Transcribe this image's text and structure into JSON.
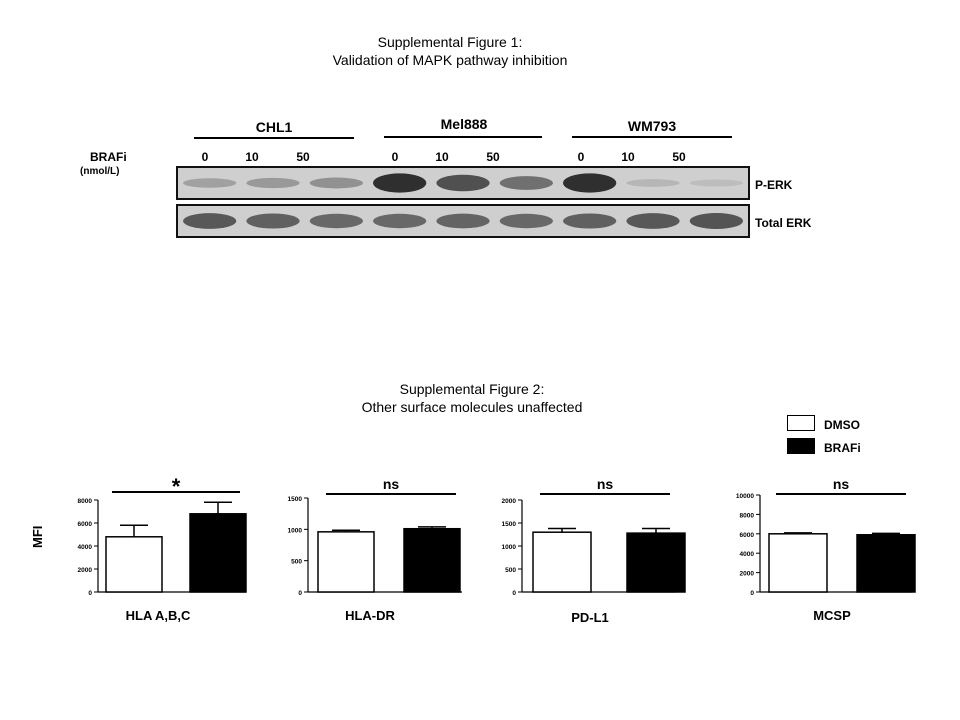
{
  "figure1": {
    "title_line1": "Supplemental Figure 1:",
    "title_line2": "Validation of MAPK pathway inhibition",
    "cell_lines": [
      "CHL1",
      "Mel888",
      "WM793"
    ],
    "dose_label": "BRAFi",
    "dose_unit": "(nmol/L)",
    "doses": [
      "0",
      "10",
      "50"
    ],
    "rows": [
      "P-ERK",
      "Total ERK"
    ],
    "blot_intensity": {
      "P-ERK": [
        0.25,
        0.3,
        0.35,
        0.95,
        0.75,
        0.55,
        0.95,
        0.12,
        0.08
      ],
      "Total ERK": [
        0.7,
        0.65,
        0.6,
        0.6,
        0.62,
        0.6,
        0.65,
        0.7,
        0.72
      ]
    }
  },
  "figure2": {
    "title_line1": "Supplemental Figure 2:",
    "title_line2": "Other surface molecules unaffected",
    "ylabel": "MFI",
    "legend": [
      {
        "label": "DMSO",
        "color": "#ffffff"
      },
      {
        "label": "BRAFi",
        "color": "#000000"
      }
    ]
  },
  "chart_data": [
    {
      "type": "bar",
      "title": "HLA A,B,C",
      "ylabel": "MFI",
      "categories": [
        "DMSO",
        "BRAFi"
      ],
      "series": [
        {
          "name": "DMSO",
          "values": [
            4800
          ],
          "errors": [
            1000
          ]
        },
        {
          "name": "BRAFi",
          "values": [
            6800
          ],
          "errors": [
            1000
          ]
        }
      ],
      "ylim": [
        0,
        8000
      ],
      "yticks": [
        "0",
        "2000",
        "4000",
        "6000",
        "8000"
      ],
      "annotation": "*"
    },
    {
      "type": "bar",
      "title": "HLA-DR",
      "categories": [
        "DMSO",
        "BRAFi"
      ],
      "series": [
        {
          "name": "DMSO",
          "values": [
            960
          ],
          "errors": [
            25
          ]
        },
        {
          "name": "BRAFi",
          "values": [
            1010
          ],
          "errors": [
            30
          ]
        }
      ],
      "ylim": [
        0,
        1500
      ],
      "yticks": [
        "0",
        "500",
        "1000",
        "1500"
      ],
      "annotation": "ns"
    },
    {
      "type": "bar",
      "title": "PD-L1",
      "categories": [
        "DMSO",
        "BRAFi"
      ],
      "series": [
        {
          "name": "DMSO",
          "values": [
            1300
          ],
          "errors": [
            80
          ]
        },
        {
          "name": "BRAFi",
          "values": [
            1280
          ],
          "errors": [
            100
          ]
        }
      ],
      "ylim": [
        0,
        2000
      ],
      "yticks": [
        "0",
        "500",
        "1000",
        "1500",
        "2000"
      ],
      "annotation": "ns"
    },
    {
      "type": "bar",
      "title": "MCSP",
      "categories": [
        "DMSO",
        "BRAFi"
      ],
      "series": [
        {
          "name": "DMSO",
          "values": [
            6000
          ],
          "errors": [
            100
          ]
        },
        {
          "name": "BRAFi",
          "values": [
            5900
          ],
          "errors": [
            150
          ]
        }
      ],
      "ylim": [
        0,
        10000
      ],
      "yticks": [
        "0",
        "2000",
        "4000",
        "6000",
        "8000",
        "10000"
      ],
      "annotation": "ns"
    }
  ]
}
